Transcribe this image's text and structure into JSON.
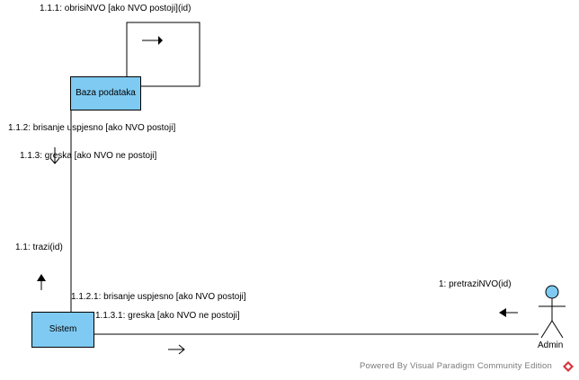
{
  "messages": {
    "m1": "1: pretraziNVO(id)",
    "m11": "1.1: trazi(id)",
    "m111": "1.1.1: obrisiNVO [ako NVO postoji](id)",
    "m112": "1.1.2: brisanje uspjesno [ako NVO postoji]",
    "m113": "1.1.3: greska [ako NVO ne postoji]",
    "m1121": "1.1.2.1: brisanje uspjesno [ako NVO postoji]",
    "m1131": "1.1.3.1: greska [ako NVO ne postoji]"
  },
  "objects": {
    "db": "Baza podataka",
    "system": "Sistem"
  },
  "actor": {
    "label": "Admin"
  },
  "footer": {
    "text": "Powered By  Visual Paradigm Community Edition"
  },
  "colors": {
    "object_fill": "#7fcaf2",
    "actor_fill": "#7fcaf2",
    "logo_red": "#d9343c"
  }
}
